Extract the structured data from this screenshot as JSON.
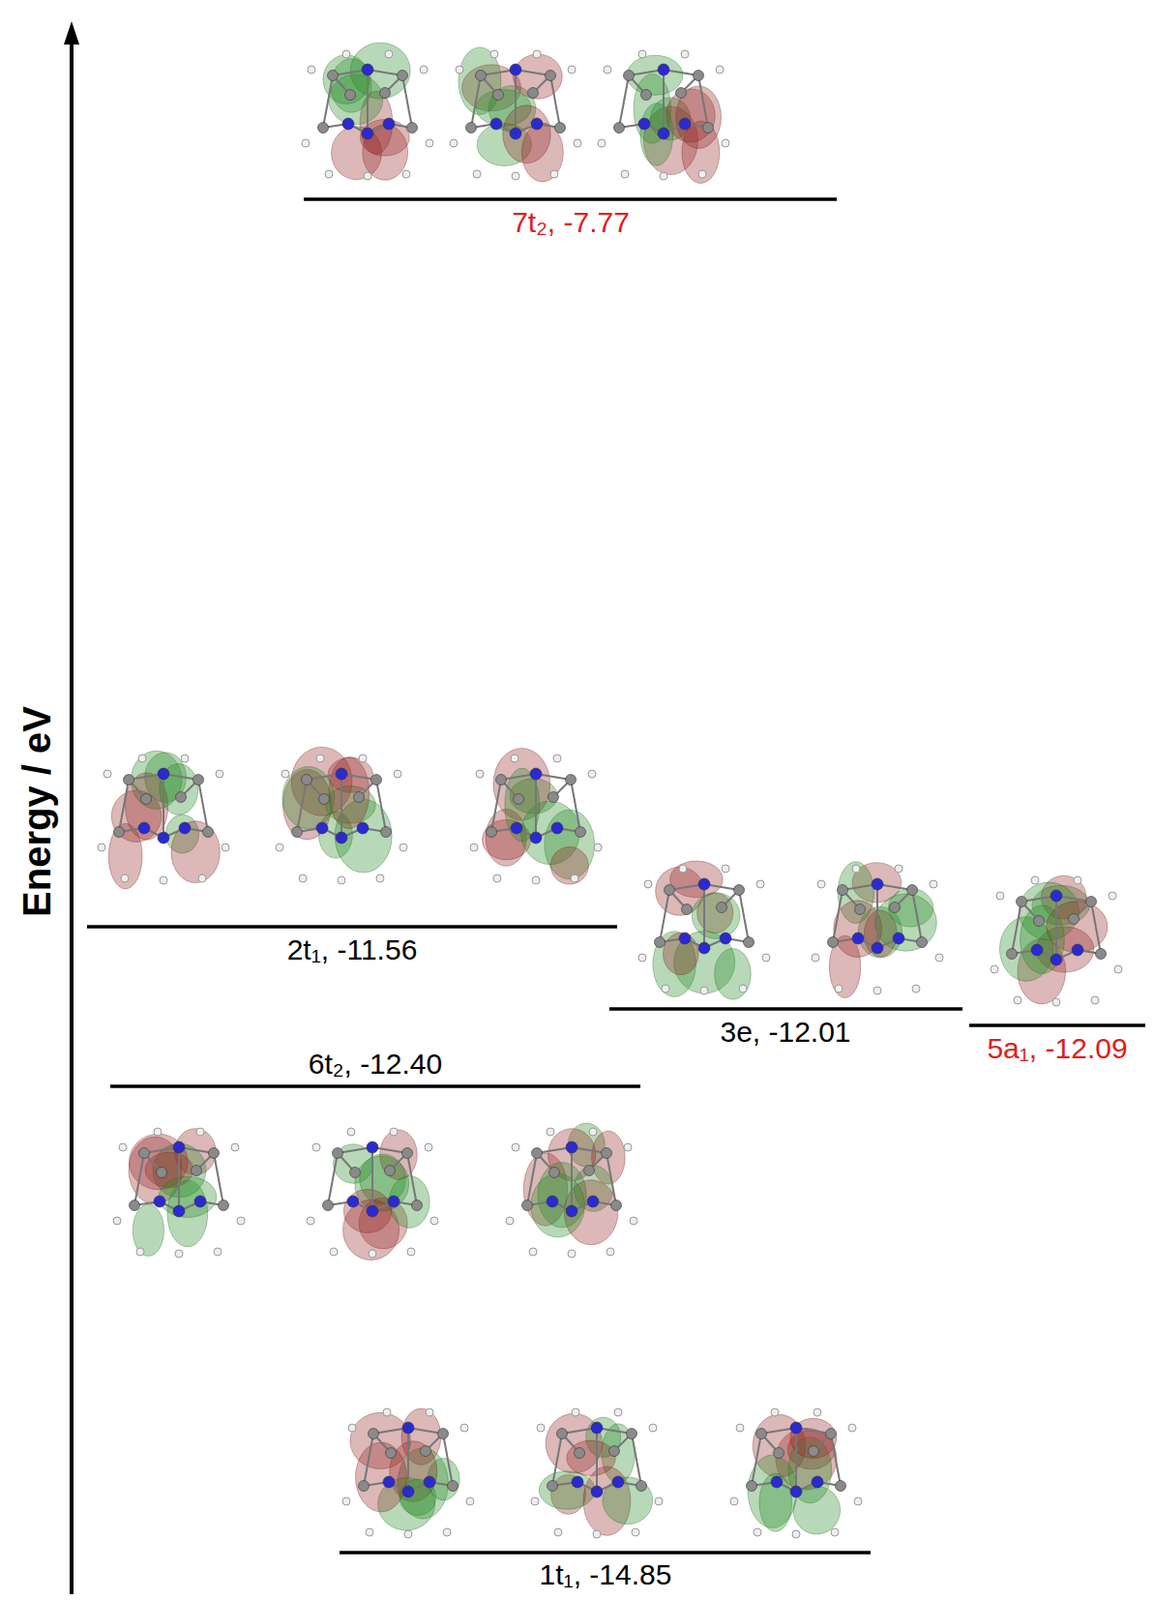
{
  "diagram": {
    "labels": [
      "7t₂, -7.77",
      "Energy / eV",
      "2t₁, -11.56",
      "3e, -12.01",
      "5a₁, -12.09",
      "6t₂, -12.40",
      "1t₁, -14.85"
    ]
  }
}
